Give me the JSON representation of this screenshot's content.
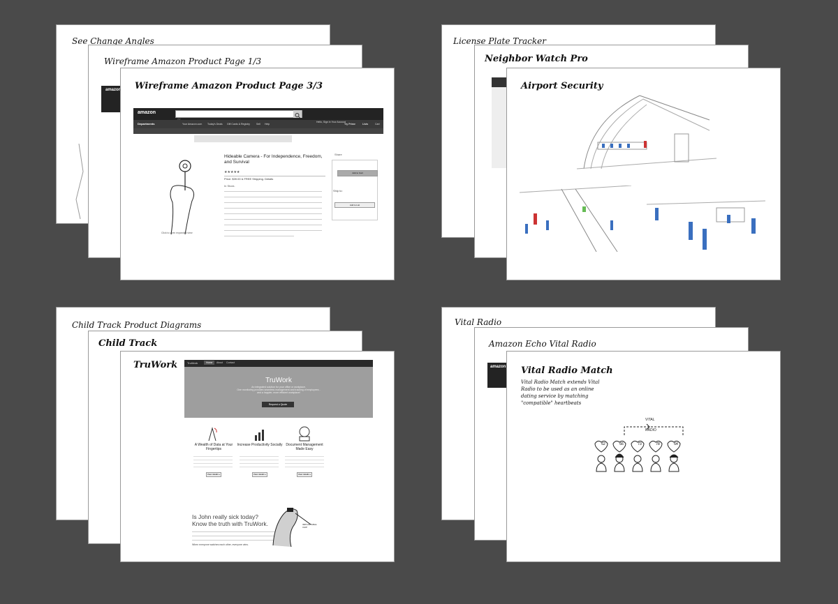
{
  "groups": [
    {
      "back": {
        "title": "See Change Angles"
      },
      "mid": {
        "title": "Wireframe Amazon Product Page 1/3"
      },
      "front": {
        "title": "Wireframe Amazon Product Page 3/3",
        "amazon": {
          "logo": "amazon",
          "search_placeholder": "All",
          "departments": "Departments",
          "nav_links": [
            "Your Amazon.com",
            "Today's Deals",
            "Gift Cards & Registry",
            "Sell",
            "Help"
          ],
          "account": "Hello, Sign in Your Account",
          "prime": "Try Prime",
          "lists": "Lists",
          "cart": "Cart",
          "product_title": "Hideable Camera - For Independence, Freedom, and Survival",
          "price_label": "Price:",
          "price": "$39.00 & FREE Shipping. Details",
          "stock": "In Stock.",
          "add_to_cart": "Add to Cart",
          "add_to_list": "Add to List",
          "ship_to": "Ship to:",
          "caption": "Click to open expanded view",
          "share": "Share"
        }
      }
    },
    {
      "back": {
        "title": "License Plate Tracker"
      },
      "mid": {
        "title": "Neighbor Watch Pro"
      },
      "front": {
        "title": "Airport Security"
      }
    },
    {
      "back": {
        "title": "Child Track Product Diagrams"
      },
      "mid": {
        "title": "Child Track"
      },
      "front": {
        "title": "TruWork",
        "truwork": {
          "brand": "TruWork",
          "nav": [
            "Home",
            "About",
            "Contact"
          ],
          "hero_title": "TruWork",
          "hero_lines": [
            "An integrated solution for your office or workplace.",
            "One monitoring provides seamless management and tracking of employees -",
            "and a happier, more efficient workplace!"
          ],
          "hero_button": "Request a Quote",
          "features": [
            {
              "title": "A Wealth of Data at Your Fingertips",
              "button": "View details »"
            },
            {
              "title": "Increase Productivity Socially",
              "button": "View details »"
            },
            {
              "title": "Document Management Made Easy",
              "button": "View details »"
            }
          ],
          "promo_line1": "Is John really sick today?",
          "promo_line2": "Know the truth with TruWork.",
          "promo_last": "When everyone watches each other, everyone wins.",
          "chip_label": "IMPLANTABLE CHIP"
        }
      }
    },
    {
      "back": {
        "title": "Vital Radio"
      },
      "mid": {
        "title": "Amazon Echo Vital Radio"
      },
      "front": {
        "title": "Vital Radio Match",
        "desc": [
          "Vital Radio Match extends Vital",
          "Radio to be used as an online",
          "dating service by matching",
          "\"compatible\" heartbeats"
        ],
        "diagram_label_top": "VITAL",
        "diagram_label_bottom": "RADIO",
        "hearts": [
          "62",
          "66",
          "73",
          "78",
          "64"
        ]
      }
    }
  ]
}
